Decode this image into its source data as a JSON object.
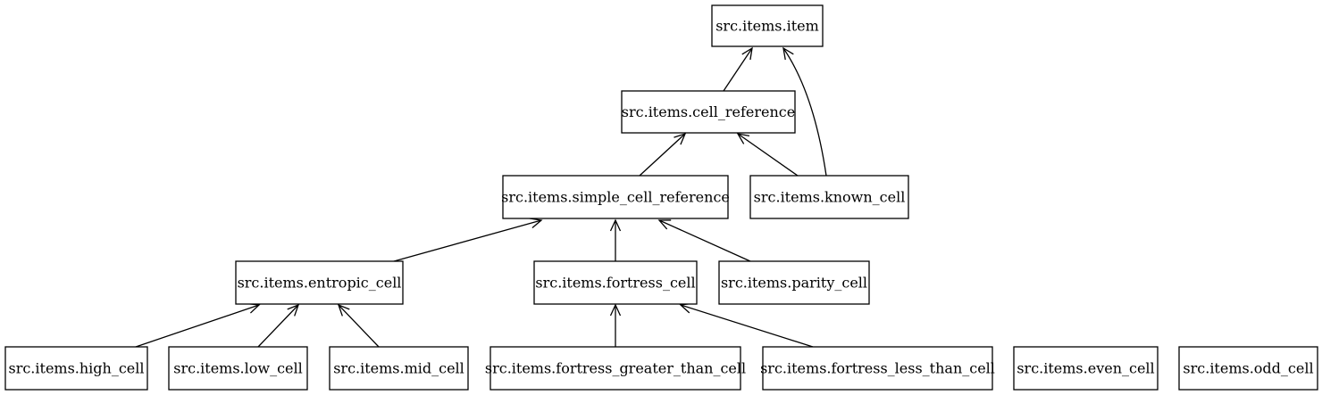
{
  "nodes": {
    "item": "src.items.item",
    "cell_reference": "src.items.cell_reference",
    "simple_cell_reference": "src.items.simple_cell_reference",
    "known_cell": "src.items.known_cell",
    "entropic_cell": "src.items.entropic_cell",
    "fortress_cell": "src.items.fortress_cell",
    "parity_cell": "src.items.parity_cell",
    "high_cell": "src.items.high_cell",
    "low_cell": "src.items.low_cell",
    "mid_cell": "src.items.mid_cell",
    "fortress_greater_than_cell": "src.items.fortress_greater_than_cell",
    "fortress_less_than_cell": "src.items.fortress_less_than_cell",
    "even_cell": "src.items.even_cell",
    "odd_cell": "src.items.odd_cell"
  },
  "edges": [
    {
      "from": "cell_reference",
      "to": "item"
    },
    {
      "from": "known_cell",
      "to": "item"
    },
    {
      "from": "simple_cell_reference",
      "to": "cell_reference"
    },
    {
      "from": "known_cell",
      "to": "cell_reference"
    },
    {
      "from": "entropic_cell",
      "to": "simple_cell_reference"
    },
    {
      "from": "fortress_cell",
      "to": "simple_cell_reference"
    },
    {
      "from": "parity_cell",
      "to": "simple_cell_reference"
    },
    {
      "from": "high_cell",
      "to": "entropic_cell"
    },
    {
      "from": "low_cell",
      "to": "entropic_cell"
    },
    {
      "from": "mid_cell",
      "to": "entropic_cell"
    },
    {
      "from": "fortress_greater_than_cell",
      "to": "fortress_cell"
    },
    {
      "from": "fortress_less_than_cell",
      "to": "fortress_cell"
    }
  ]
}
